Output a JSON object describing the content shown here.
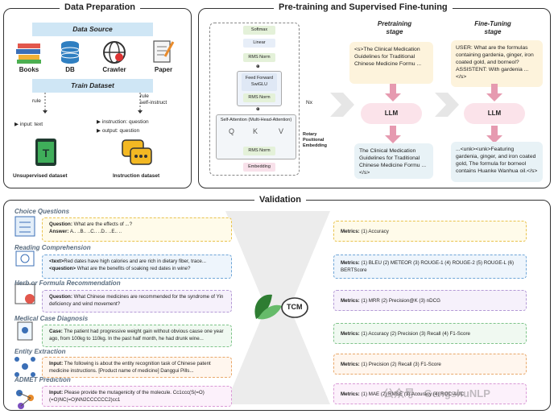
{
  "data_preparation": {
    "title": "Data Preparation",
    "data_source": "Data Source",
    "sources": [
      "Books",
      "DB",
      "Crawler",
      "Paper"
    ],
    "train_dataset": "Train Dataset",
    "rule_left": "rule",
    "rule_right": "rule",
    "self_instruct": "self-instruct",
    "input_text": "input: text",
    "instruction_question": "instruction: question",
    "output_question": "output: question",
    "unsupervised": "Unsupervised dataset",
    "instruction_dataset": "Instruction dataset"
  },
  "pretraining": {
    "title": "Pre-training and Supervised Fine-tuning",
    "arch": {
      "softmax": "Softmax",
      "linear": "Linear",
      "rms1": "RMS Norm",
      "ff": "Feed Forward",
      "swiglu": "SwiGLU",
      "rms2": "RMS Norm",
      "attn": "Self-Attention (Multi-Head-Attention)",
      "q": "Q",
      "k": "K",
      "v": "V",
      "rms3": "RMS Norm",
      "embedding": "Embedding",
      "nx": "Nx",
      "rotary1": "Rotary",
      "rotary2": "Positional",
      "rotary3": "Embedding"
    },
    "pre_stage_1": "Pretraining",
    "pre_stage_2": "stage",
    "ft_stage_1": "Fine-Tuning",
    "ft_stage_2": "stage",
    "pre_input": "<s>The Clinical Medication Guidelines for Traditional Chinese Medicine Formu ...",
    "pre_output": "The Clinical Medication Guidelines for Traditional Chinese Medicine Formu ... </s>",
    "ft_input": "USER: What are the formulas containing gardenia, ginger, iron coated gold, and borneol? ASSISTENT: With gardenia ...</s>",
    "ft_output": "...<unk><unk>Featuring gardenia, ginger, and iron coated gold, The formula for borneol contains Huanke Wanhua oil.</s>",
    "llm": "LLM"
  },
  "validation": {
    "title": "Validation",
    "logo": "TCM",
    "tasks": [
      {
        "name": "Choice Questions",
        "k1": "Question:",
        "v1": "What are the effects of ...?",
        "k2": "Answer:",
        "v2": "A.. ..B.. ..C.. ..D.. ..E.. .."
      },
      {
        "name": "Reading Comprehension",
        "k1": "<text>",
        "v1": "Red dates have high calories and are rich in dietary fiber, trace...",
        "k2": "<question>",
        "v2": "What are the benefits of soaking red dates in wine?"
      },
      {
        "name": "Herb or Formula Recommendation",
        "k1": "Question:",
        "v1": "What Chinese medicines are recommended for the syndrome of Yin deficiency and wind movement?",
        "k2": "",
        "v2": ""
      },
      {
        "name": "Medical Case Diagnosis",
        "k1": "Case:",
        "v1": "The patient had progressive weight gain without obvious cause one year ago, from 100kg to 110kg. In the past half month, he had drunk wine...",
        "k2": "",
        "v2": ""
      },
      {
        "name": "Entity Extraction",
        "k1": "Input:",
        "v1": "The following is about the entity recognition task of Chinese patent medicine instructions. [Product name of medicine] Danggui Pills...",
        "k2": "",
        "v2": ""
      },
      {
        "name": "ADMET Prediction",
        "k1": "Input:",
        "v1": "Please provide the mutagenicity of the molecule. Cc1ccc(S(=O)(=O)NC(=O)NN2CCCCCC2)cc1",
        "k2": "",
        "v2": ""
      }
    ],
    "metrics_label": "Metrics:",
    "metrics": [
      "(1) Accuracy",
      "(1) BLEU (2) METEOR (3) ROUGE-1 (4) ROUGE-2 (5) ROUGE-L (6) BERTScore",
      "(1) MRR (2) Precision@K (3) nDCG",
      "(1) Accuracy (2) Precision (3) Recall (4) F1-Score",
      "(1) Precision (2) Recall (3) F1-Score",
      "(1) MAE (2) RMSE (3) Accuracy (4) ROC-AUC"
    ],
    "watermark": "公众号 · GengshuNLP"
  },
  "colors": {
    "blue": "#cfe6f5",
    "pink": "#fbe3ea",
    "arrow": "#e69ab0",
    "yellow": "#e9c34d",
    "purple": "#b49ad6",
    "green": "#7fc48a",
    "orange": "#e9a86a"
  }
}
